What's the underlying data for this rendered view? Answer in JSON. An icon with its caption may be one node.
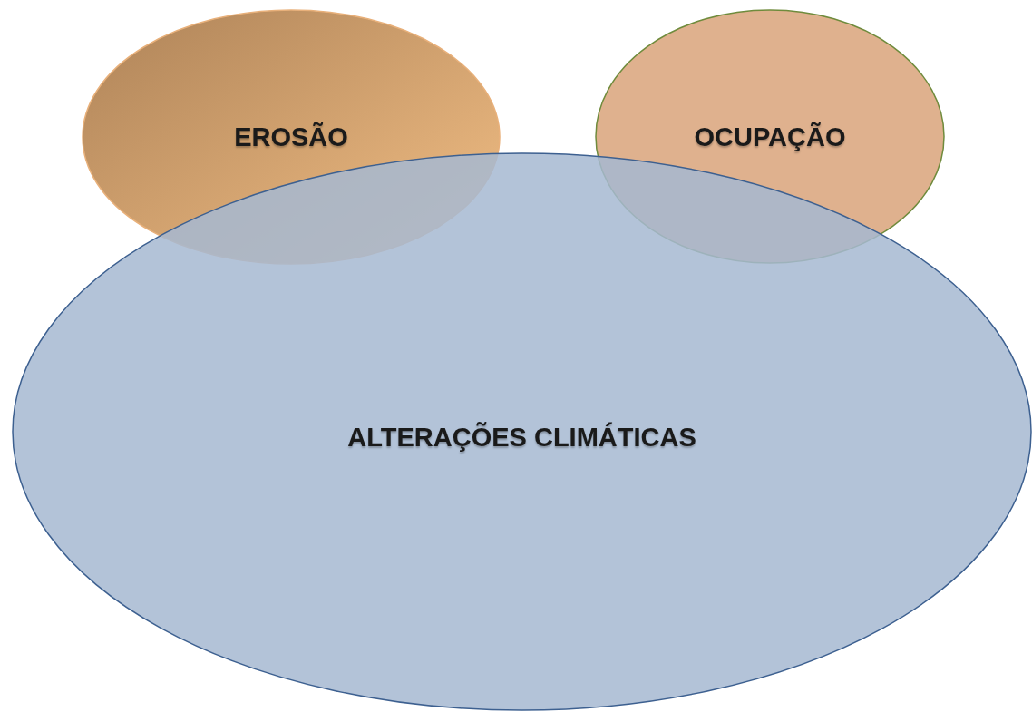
{
  "diagram": {
    "nodes": [
      {
        "text": [
          "EROSÃO"
        ]
      },
      {
        "text": [
          "OCUPAÇÃO"
        ]
      },
      {
        "text": [
          "ALTERAÇÕES CLIMÁTICAS"
        ]
      }
    ],
    "edges": []
  }
}
